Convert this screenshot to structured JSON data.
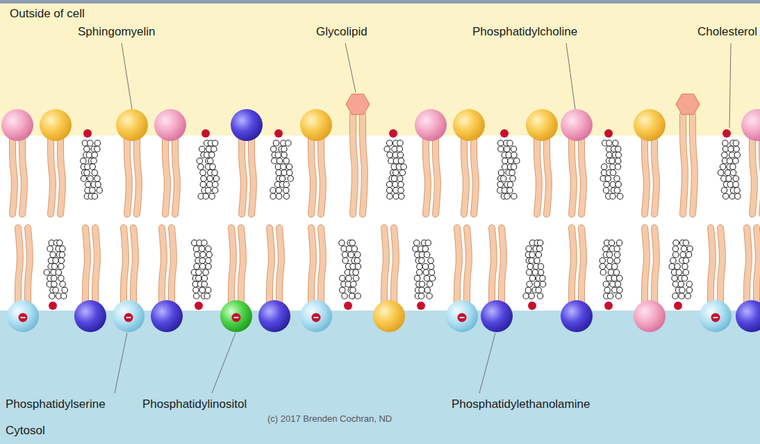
{
  "diagram": {
    "labels": [
      "Outside of cell",
      "Sphingomyelin",
      "Glycolipid",
      "Phosphatidylcholine",
      "Cholesterol",
      "Phosphatidylserine",
      "Phosphatidylinositol",
      "Phosphatidylethanolamine",
      "(c) 2017 Brenden Cochran, ND",
      "Cytosol"
    ]
  }
}
